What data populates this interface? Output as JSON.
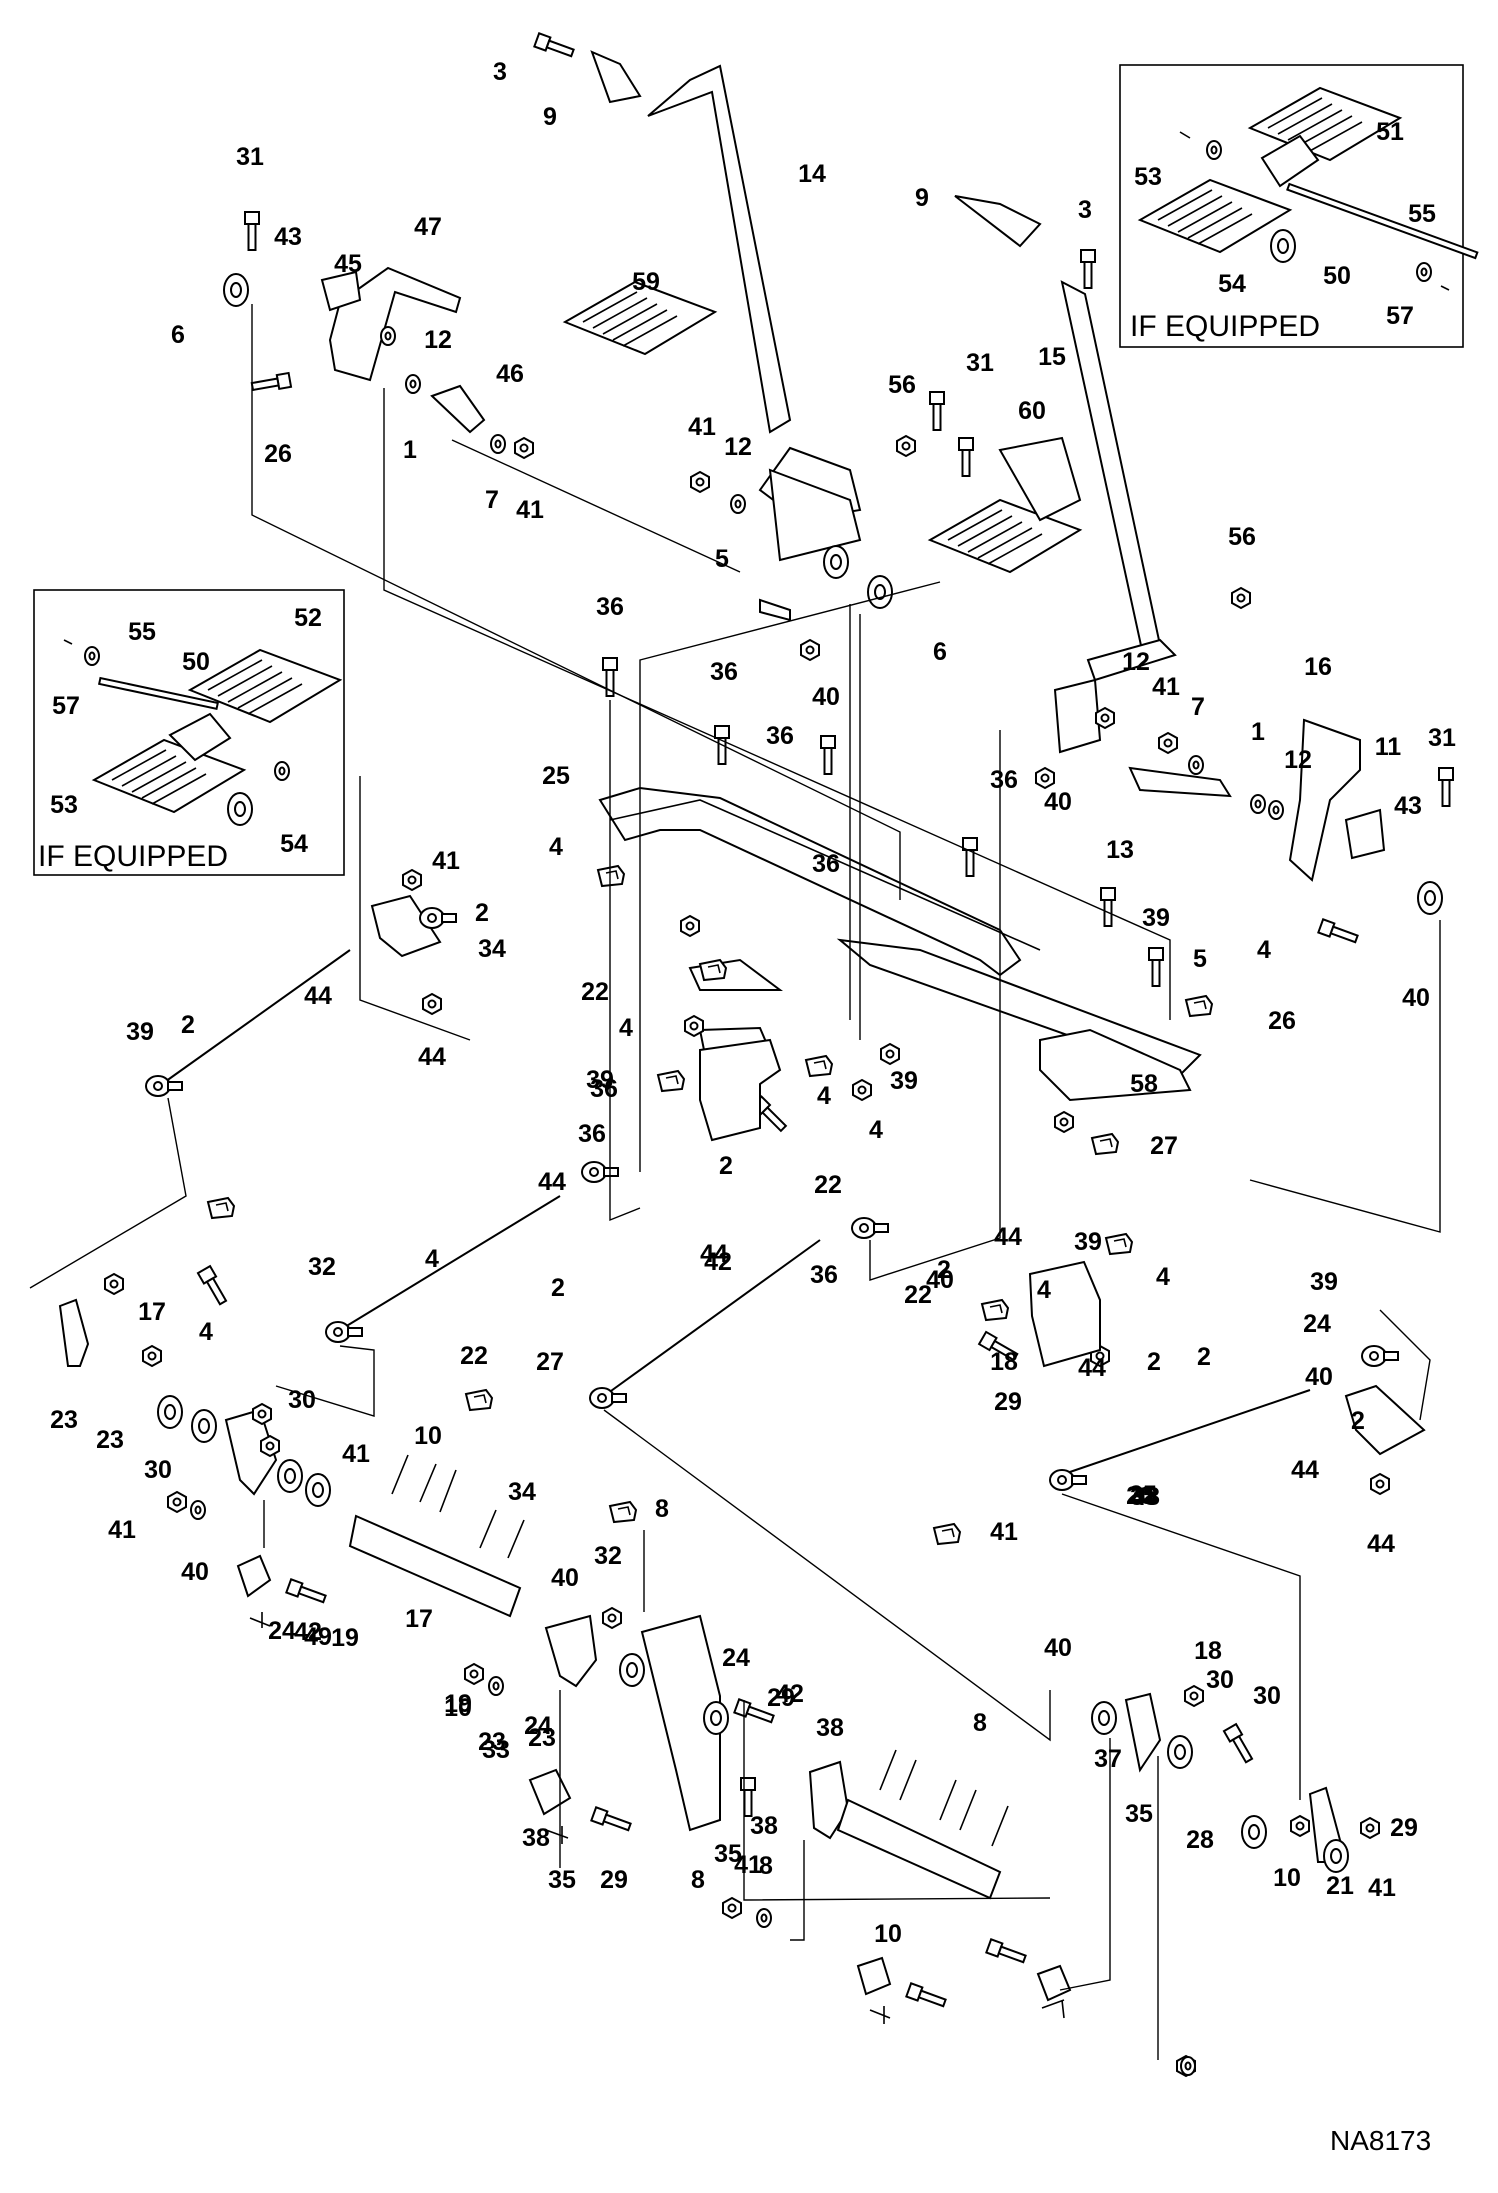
{
  "drawing_code": "NA8173",
  "insets": {
    "right": {
      "note": "IF EQUIPPED",
      "callouts": [
        "51",
        "53",
        "55",
        "54",
        "50",
        "57"
      ]
    },
    "left": {
      "note": "IF EQUIPPED",
      "callouts": [
        "55",
        "52",
        "57",
        "50",
        "53",
        "54"
      ]
    }
  },
  "callouts": [
    "3",
    "9",
    "14",
    "9",
    "3",
    "31",
    "43",
    "47",
    "45",
    "6",
    "12",
    "46",
    "1",
    "26",
    "7",
    "41",
    "59",
    "56",
    "31",
    "15",
    "60",
    "41",
    "12",
    "5",
    "36",
    "40",
    "6",
    "56",
    "12",
    "41",
    "7",
    "16",
    "1",
    "12",
    "11",
    "31",
    "36",
    "36",
    "25",
    "36",
    "36",
    "40",
    "43",
    "13",
    "4",
    "41",
    "2",
    "44",
    "34",
    "22",
    "39",
    "4",
    "36",
    "58",
    "5",
    "26",
    "40",
    "44",
    "2",
    "39",
    "4",
    "36",
    "4",
    "39",
    "39",
    "4",
    "27",
    "2",
    "44",
    "22",
    "4",
    "39",
    "44",
    "2",
    "40",
    "27",
    "4",
    "4",
    "2",
    "44",
    "22",
    "42",
    "32",
    "17",
    "4",
    "2",
    "22",
    "36",
    "39",
    "44",
    "2",
    "18",
    "24",
    "40",
    "23",
    "23",
    "30",
    "30",
    "41",
    "10",
    "34",
    "41",
    "40",
    "44",
    "2",
    "44",
    "29",
    "48",
    "49",
    "38",
    "35",
    "8",
    "20",
    "19",
    "42",
    "24",
    "17",
    "40",
    "32",
    "41",
    "10",
    "33",
    "29",
    "24",
    "30",
    "30",
    "19",
    "23",
    "23",
    "24",
    "42",
    "40",
    "18",
    "35",
    "38",
    "8",
    "37",
    "28",
    "21",
    "41",
    "10",
    "29",
    "38",
    "29",
    "35",
    "8",
    "38",
    "35",
    "8",
    "10",
    "41"
  ]
}
